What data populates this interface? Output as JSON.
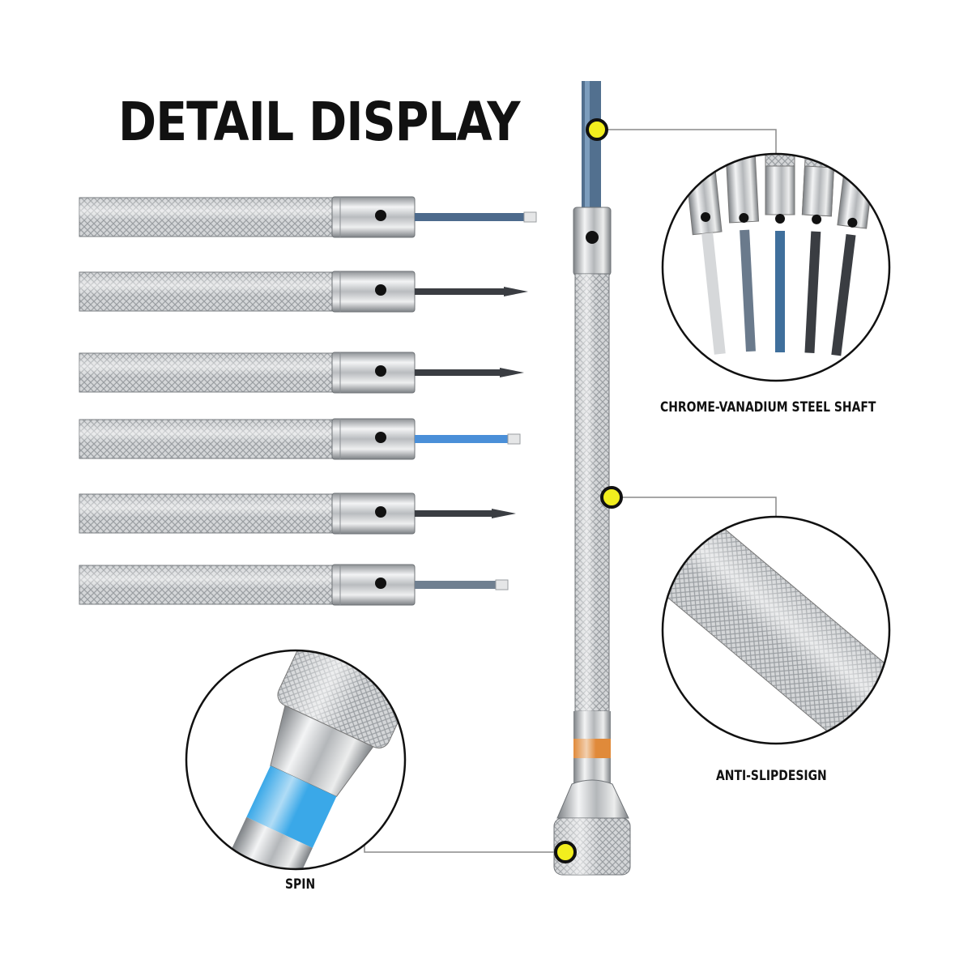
{
  "title": "DETAIL DISPLAY",
  "callouts": {
    "shaft": "CHROME-VANADIUM STEEL SHAFT",
    "grip": "ANTI-SLIPDESIGN",
    "spin": "SPIN"
  },
  "colors": {
    "marker": "#f2ee1e",
    "steel": "#c9cbcd",
    "blue_tip": "#4a8fd8",
    "copper_ring": "#e08a3a",
    "cyan_cap": "#3aa8e8"
  },
  "screwdrivers": [
    {
      "tip": "slotted",
      "tip_color": "#4d6a8c"
    },
    {
      "tip": "phillips",
      "tip_color": "#3a3d42"
    },
    {
      "tip": "phillips",
      "tip_color": "#3a3d42"
    },
    {
      "tip": "slotted",
      "tip_color": "#4a8fd8"
    },
    {
      "tip": "phillips",
      "tip_color": "#3a3d42"
    },
    {
      "tip": "slotted",
      "tip_color": "#6f7f90"
    }
  ]
}
